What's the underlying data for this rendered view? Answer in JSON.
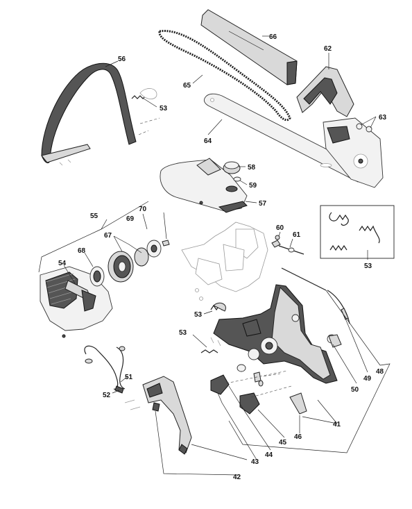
{
  "labels": {
    "p41": "41",
    "p42": "42",
    "p43": "43",
    "p44": "44",
    "p45": "45",
    "p46": "46",
    "p48": "48",
    "p49": "49",
    "p50": "50",
    "p51": "51",
    "p52": "52",
    "p53a": "53",
    "p53b": "53",
    "p53c": "53",
    "p53d": "53",
    "p54": "54",
    "p55": "55",
    "p56": "56",
    "p57": "57",
    "p58": "58",
    "p59": "59",
    "p60": "60",
    "p61": "61",
    "p62": "62",
    "p63": "63",
    "p64": "64",
    "p65": "65",
    "p66": "66",
    "p67": "67",
    "p68": "68",
    "p69": "69",
    "p70": "70"
  }
}
